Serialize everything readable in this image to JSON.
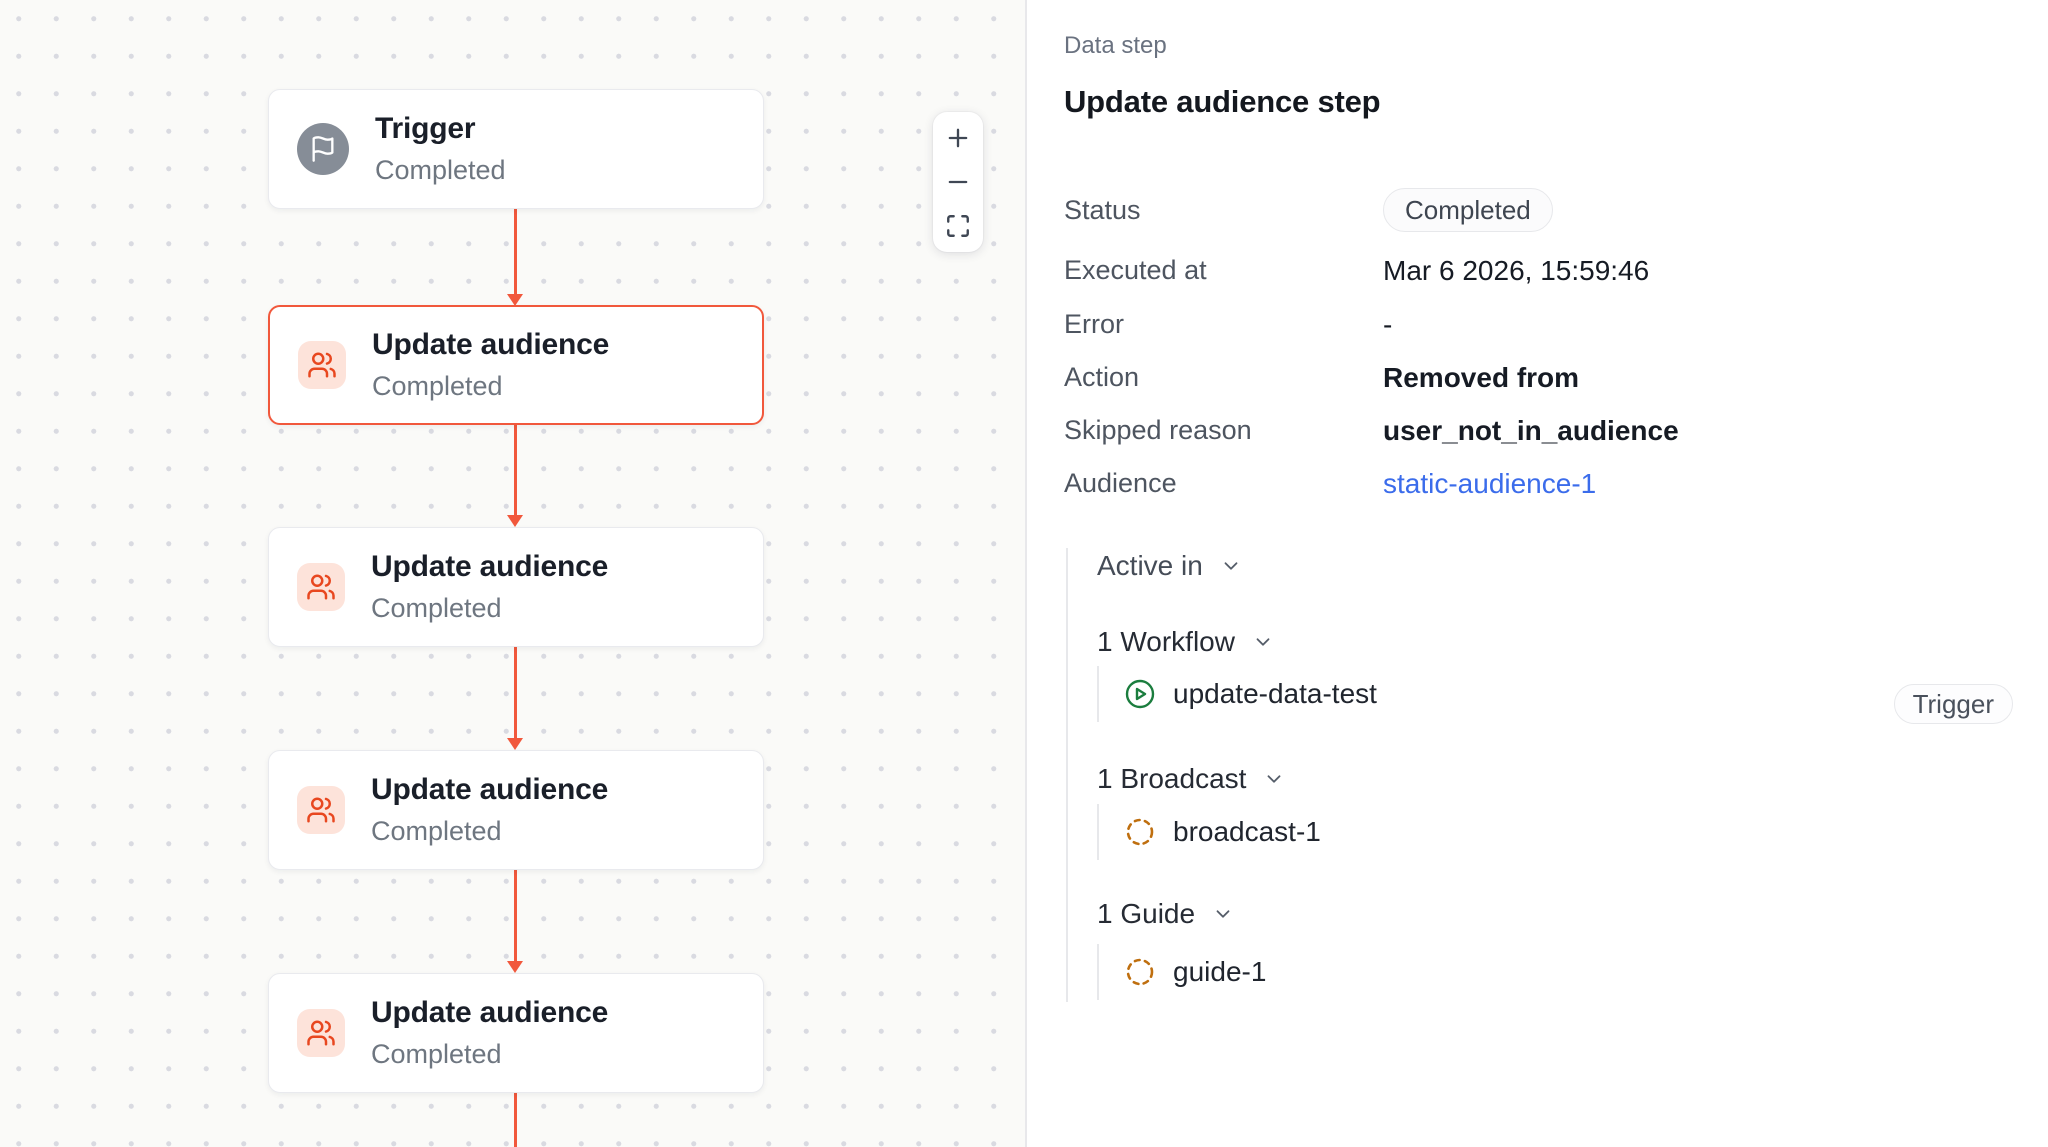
{
  "canvas": {
    "nodes": [
      {
        "title": "Trigger",
        "status": "Completed",
        "icon": "flag-icon",
        "selected": false
      },
      {
        "title": "Update audience",
        "status": "Completed",
        "icon": "users-icon",
        "selected": true
      },
      {
        "title": "Update audience",
        "status": "Completed",
        "icon": "users-icon",
        "selected": false
      },
      {
        "title": "Update audience",
        "status": "Completed",
        "icon": "users-icon",
        "selected": false
      },
      {
        "title": "Update audience",
        "status": "Completed",
        "icon": "users-icon",
        "selected": false
      }
    ],
    "zoom_controls": {
      "zoom_in": "plus-icon",
      "zoom_out": "minus-icon",
      "fit_view": "maximize-icon"
    }
  },
  "panel": {
    "eyebrow": "Data step",
    "title": "Update audience step",
    "fields": [
      {
        "label": "Status",
        "value": "Completed"
      },
      {
        "label": "Executed at",
        "value": "Mar 6 2026, 15:59:46"
      },
      {
        "label": "Error",
        "value": "-"
      },
      {
        "label": "Action",
        "value": "Removed from"
      },
      {
        "label": "Skipped reason",
        "value": "user_not_in_audience"
      },
      {
        "label": "Audience",
        "value": "static-audience-1"
      }
    ],
    "active_in": {
      "label": "Active in",
      "groups": [
        {
          "header": "1 Workflow",
          "items": [
            {
              "name": "update-data-test",
              "icon": "circle-play-icon",
              "tag": "Trigger"
            }
          ]
        },
        {
          "header": "1 Broadcast",
          "items": [
            {
              "name": "broadcast-1",
              "icon": "dashed-circle-icon"
            }
          ]
        },
        {
          "header": "1 Guide",
          "items": [
            {
              "name": "guide-1",
              "icon": "dashed-circle-icon"
            }
          ]
        }
      ]
    }
  },
  "colors": {
    "accent_red": "#F1583C",
    "icon_red": "#E8471F",
    "icon_red_bg": "#FDE3DA",
    "green": "#1B7D3E",
    "amber": "#BF6F0F",
    "link_blue": "#3B6CEB",
    "trigger_gray": "#868D97",
    "canvas_bg": "#FAFAF8"
  }
}
